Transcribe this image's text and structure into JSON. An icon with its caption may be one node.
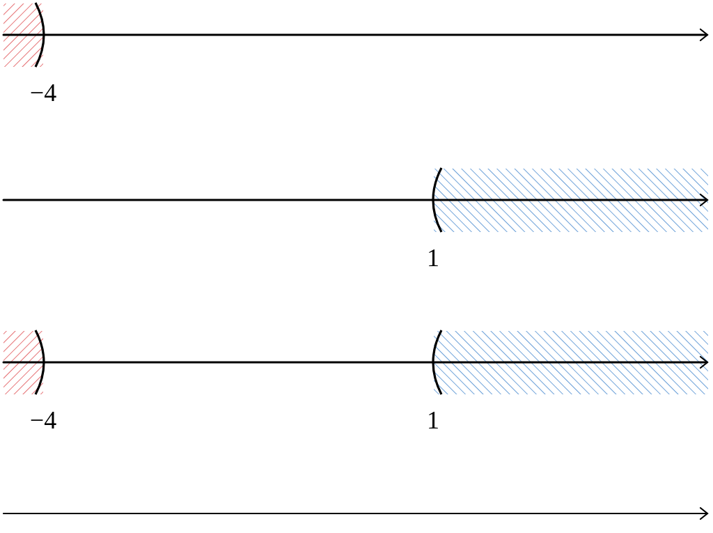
{
  "diagram": {
    "labels": [
      "−4",
      "1",
      "−4",
      "1"
    ]
  }
}
